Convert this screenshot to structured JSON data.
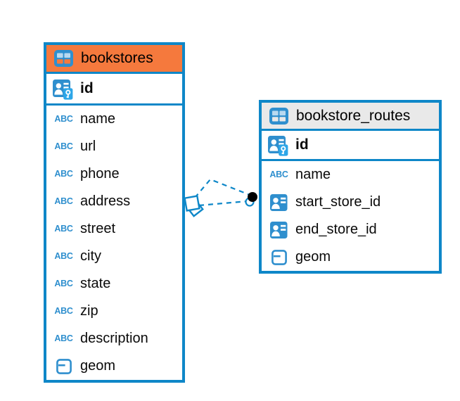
{
  "diagram": {
    "tables": [
      {
        "name": "bookstores",
        "header_style": "orange",
        "columns": [
          {
            "name": "id",
            "type_icon": "primary-key-user-icon",
            "primary_key": true
          },
          {
            "name": "name",
            "type_icon": "text-abc-icon"
          },
          {
            "name": "url",
            "type_icon": "text-abc-icon"
          },
          {
            "name": "phone",
            "type_icon": "text-abc-icon"
          },
          {
            "name": "address",
            "type_icon": "text-abc-icon"
          },
          {
            "name": "street",
            "type_icon": "text-abc-icon"
          },
          {
            "name": "city",
            "type_icon": "text-abc-icon"
          },
          {
            "name": "state",
            "type_icon": "text-abc-icon"
          },
          {
            "name": "zip",
            "type_icon": "text-abc-icon"
          },
          {
            "name": "description",
            "type_icon": "text-abc-icon"
          },
          {
            "name": "geom",
            "type_icon": "geometry-icon"
          }
        ]
      },
      {
        "name": "bookstore_routes",
        "header_style": "gray",
        "columns": [
          {
            "name": "id",
            "type_icon": "primary-key-user-icon",
            "primary_key": true
          },
          {
            "name": "name",
            "type_icon": "text-abc-icon"
          },
          {
            "name": "start_store_id",
            "type_icon": "reference-user-icon"
          },
          {
            "name": "end_store_id",
            "type_icon": "reference-user-icon"
          },
          {
            "name": "geom",
            "type_icon": "geometry-icon"
          }
        ]
      }
    ],
    "relations": [
      {
        "between": [
          "bookstores",
          "bookstore_routes"
        ],
        "line_style": "dashed",
        "left_marker": "stacked-squares-marker",
        "right_marker": "black-dot-marker"
      },
      {
        "between": [
          "bookstores",
          "bookstore_routes"
        ],
        "line_style": "dashed",
        "left_marker": "stacked-squares-marker",
        "right_marker": "black-dot-marker"
      }
    ]
  },
  "icons": {
    "abc_label": "ABC"
  },
  "colors": {
    "accent_blue": "#0E87C8",
    "icon_blue": "#2F8FCE",
    "key_badge_blue": "#2DA6E8",
    "header_orange": "#F5793D",
    "header_gray": "#E9E9E9",
    "table_background": "#FFFFFF",
    "text": "#0A0A0A",
    "relation_dot_black": "#000000"
  }
}
